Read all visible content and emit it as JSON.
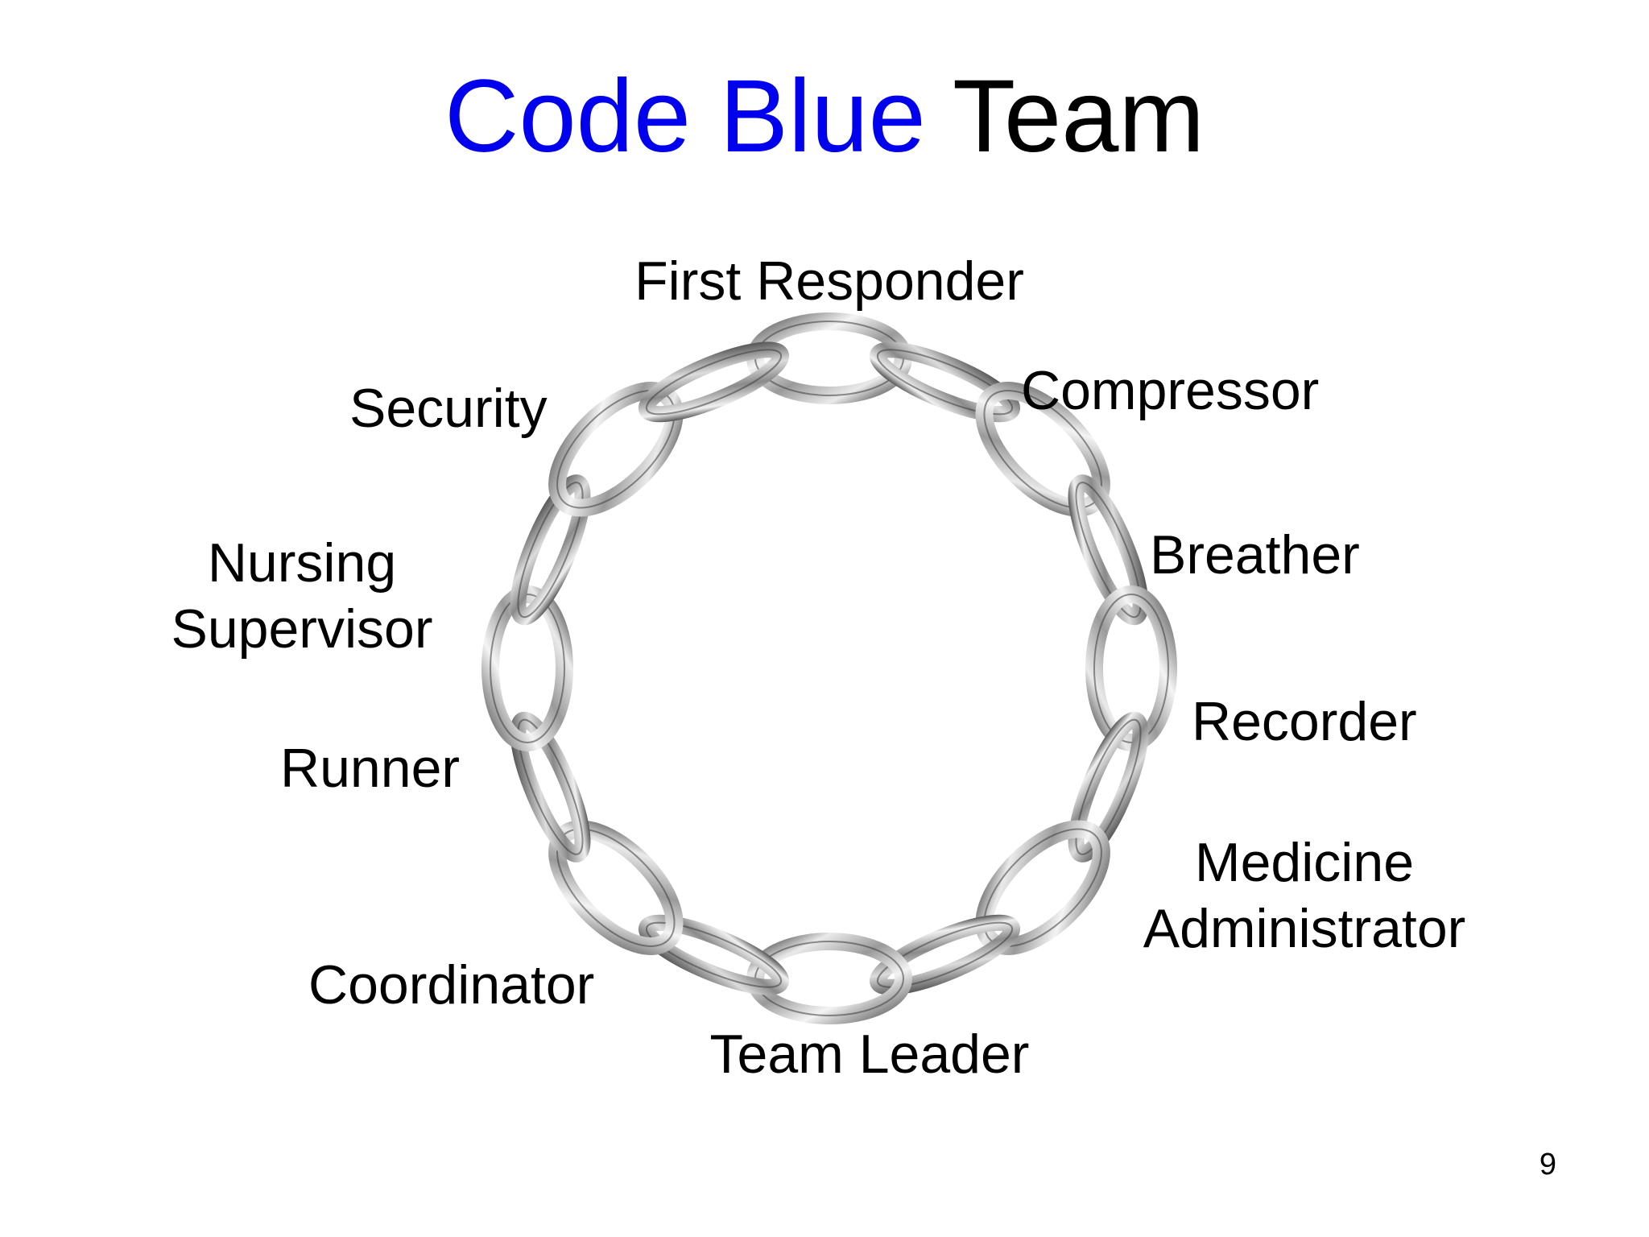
{
  "title": {
    "accent": "Code Blue",
    "rest": "Team"
  },
  "colors": {
    "accent": "#0000ee",
    "text": "#000000",
    "chain_light": "#f2f2f2",
    "chain_dark": "#3a3a3a"
  },
  "diagram": {
    "center_icon": "chain-link-ring-icon",
    "link_count": 16,
    "roles": {
      "first_responder": "First Responder",
      "compressor": "Compressor",
      "breather": "Breather",
      "recorder": "Recorder",
      "medicine_line1": "Medicine",
      "medicine_line2": "Administrator",
      "team_leader": "Team Leader",
      "coordinator": "Coordinator",
      "runner": "Runner",
      "nursing_line1": "Nursing",
      "nursing_line2": "Supervisor",
      "security": "Security"
    }
  },
  "page_number": "9"
}
